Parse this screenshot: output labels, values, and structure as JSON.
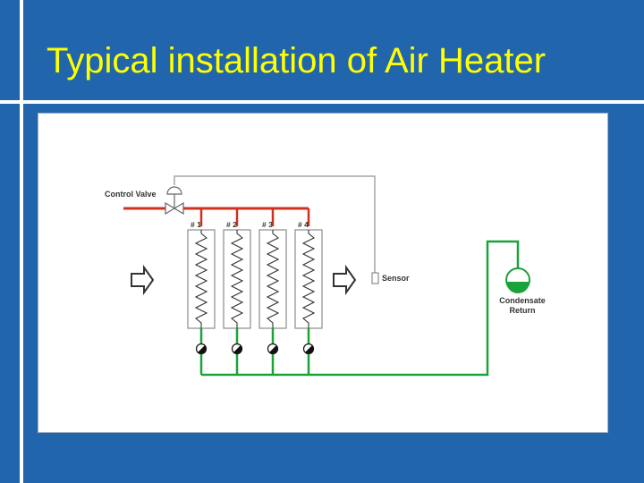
{
  "slide": {
    "title": "Typical installation of Air Heater"
  },
  "diagram": {
    "control_valve_label": "Control Valve",
    "sensor_label": "Sensor",
    "condensate_label_line1": "Condensate",
    "condensate_label_line2": "Return",
    "heater_labels": [
      "# 1",
      "# 2",
      "# 3",
      "# 4"
    ],
    "colors": {
      "steam": "#d0311f",
      "condensate": "#1aa33a",
      "control": "#a6a6a6",
      "trap": "#111111"
    }
  }
}
